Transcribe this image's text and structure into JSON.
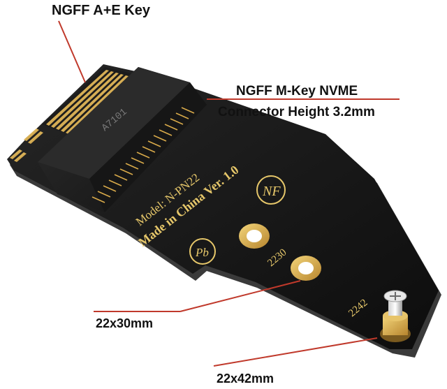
{
  "callouts": {
    "ae_key": "NGFF A+E Key",
    "mkey_title": "NGFF M-Key NVME",
    "connector_height": "Connector Height 3.2mm",
    "size_2230": "22x30mm",
    "size_2242": "22x42mm"
  },
  "board": {
    "connector_marking": "A7101",
    "model": "Model: N-PN22",
    "made_in": "Made in China Ver. 1.0",
    "mark_2230": "2230",
    "mark_2242": "2242",
    "logo_nf": "NF",
    "logo_pb": "Pb"
  },
  "colors": {
    "callout_line": "#c0392b",
    "pcb": "#161616",
    "gold": "#d6a64a",
    "silkscreen": "#e6c76a"
  }
}
